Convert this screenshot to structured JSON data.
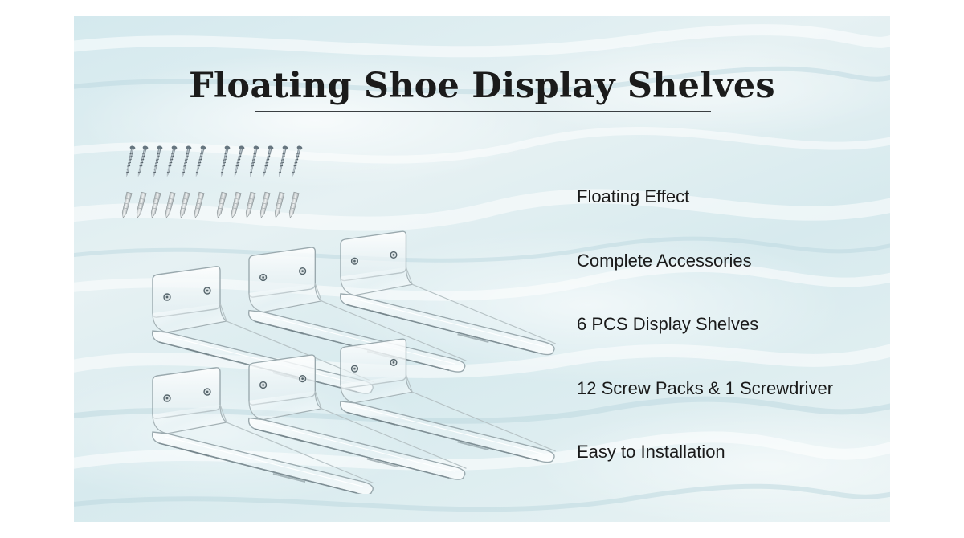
{
  "title": "Floating Shoe Display Shelves",
  "features": [
    "Floating Effect",
    "Complete Accessories",
    "6 PCS Display Shelves",
    "12 Screw Packs & 1 Screwdriver",
    "Easy to Installation"
  ],
  "product_image": {
    "shelf_count": 6,
    "screw_count": 12,
    "anchor_count": 12
  }
}
